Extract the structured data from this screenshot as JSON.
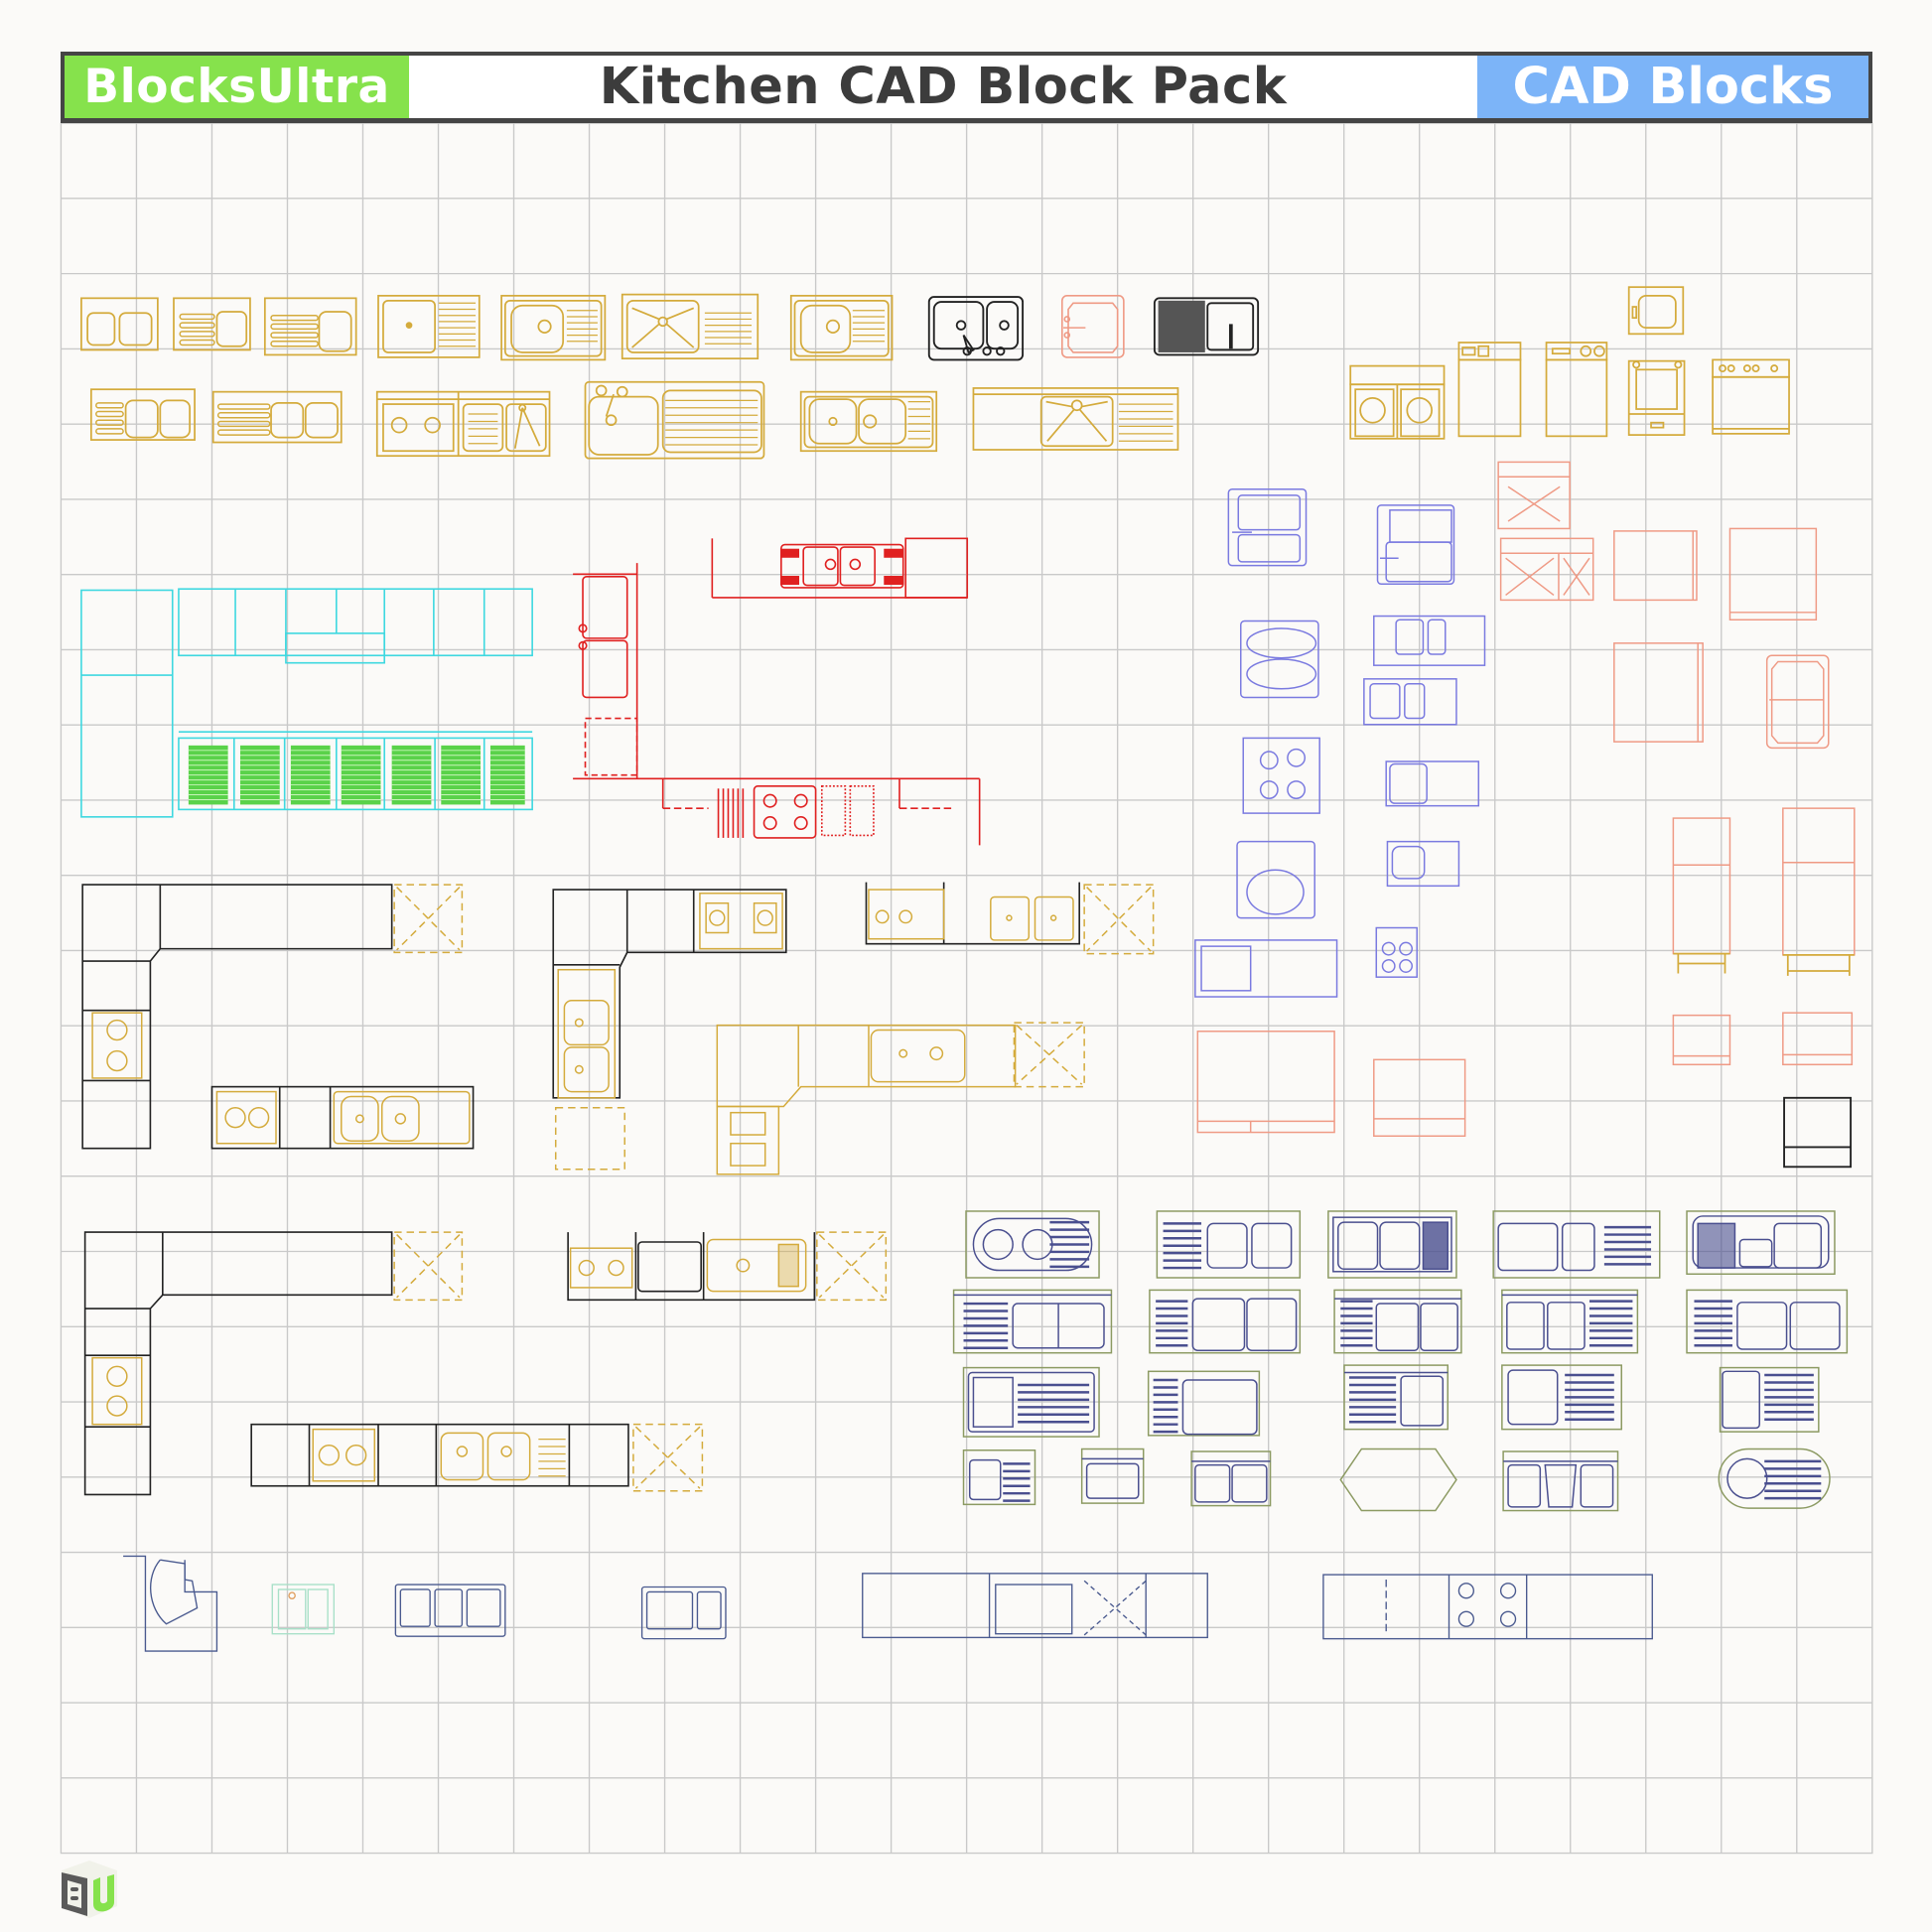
{
  "header": {
    "brand": "BlocksUltra",
    "title": "Kitchen CAD Block Pack",
    "tag": "CAD Blocks"
  },
  "colors": {
    "brand_green": "#86e24c",
    "tag_blue": "#7cb4f8",
    "header_border": "#454545",
    "title_text": "#3c3c3c",
    "grid_line": "#c9c9c9",
    "background": "#fbfaf8",
    "gold_blocks": "#d4ab3c",
    "red_blocks": "#e02020",
    "cyan_blocks": "#3fd8e0",
    "green_fill": "#5ad24a",
    "violet_blocks": "#7a7ae0",
    "salmon_blocks": "#ef9a85",
    "navy_blocks": "#4a4f8f",
    "olive_outline": "#8c9a62",
    "black_blocks": "#222222"
  },
  "grid": {
    "columns": 24,
    "rows": 23
  },
  "block_groups": [
    {
      "name": "gold-sinks-row",
      "color": "gold",
      "count": 14
    },
    {
      "name": "black-sinks",
      "color": "black",
      "count": 2
    },
    {
      "name": "salmon-sink",
      "color": "salmon",
      "count": 1
    },
    {
      "name": "gold-laundry-appliances",
      "color": "gold",
      "count": 6
    },
    {
      "name": "cyan-elevation-cabinets",
      "color": "cyan",
      "count": 1
    },
    {
      "name": "red-kitchen-layout",
      "color": "red",
      "count": 1
    },
    {
      "name": "violet-sinks-and-hobs",
      "color": "violet",
      "count": 11
    },
    {
      "name": "salmon-ranges-and-fridges",
      "color": "salmon",
      "count": 12
    },
    {
      "name": "black-gold-l-kitchens",
      "color": "black-gold",
      "count": 8
    },
    {
      "name": "navy-olive-sinks",
      "color": "navy",
      "count": 21
    },
    {
      "name": "navy-small-blocks",
      "color": "navy",
      "count": 6
    }
  ],
  "logo": {
    "letters": [
      "B",
      "U"
    ]
  }
}
